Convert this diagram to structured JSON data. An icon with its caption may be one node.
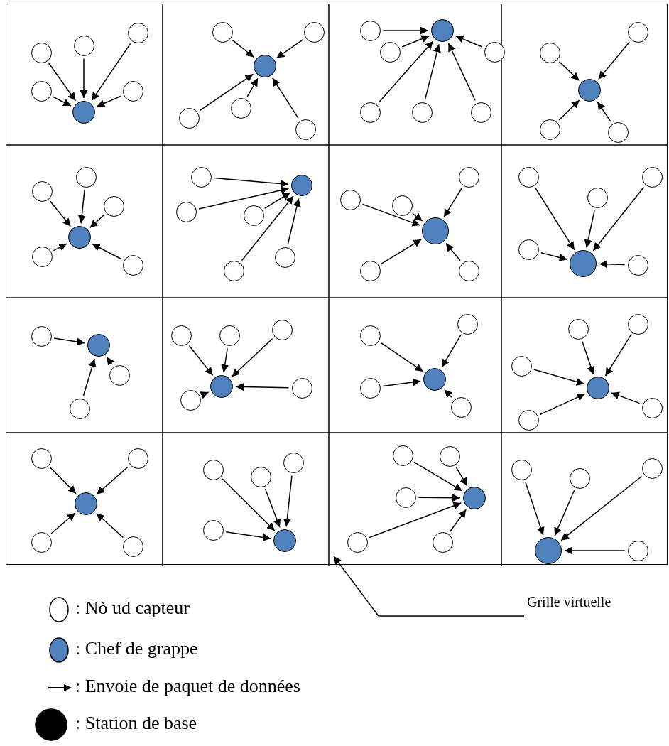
{
  "diagram": {
    "nodes": [
      {
        "text": [],
        "shape": "box"
      },
      {
        "text": [],
        "shape": "circle",
        "in": 0
      },
      {
        "text": [],
        "shape": "circle",
        "in": 0
      },
      {
        "text": [],
        "shape": "circle",
        "in": 0
      },
      {
        "text": [],
        "shape": "circle",
        "in": 0
      },
      {
        "text": [],
        "shape": "circle",
        "in": 0
      },
      {
        "text": [],
        "shape": "circle",
        "in": 0
      },
      {
        "text": [],
        "shape": "circle",
        "in": 0
      },
      {
        "text": [],
        "shape": "circle",
        "in": 0
      },
      {
        "text": [],
        "shape": "circle",
        "in": 0
      },
      {
        "text": [],
        "shape": "circle",
        "in": 0
      },
      {
        "text": [],
        "shape": "circle",
        "in": 0
      },
      {
        "text": [],
        "shape": "circle",
        "in": 0
      },
      {
        "text": [],
        "shape": "circle",
        "in": 0
      },
      {
        "text": [],
        "shape": "circle",
        "in": 0
      },
      {
        "text": [],
        "shape": "circle",
        "in": 0
      },
      {
        "text": [],
        "shape": "circle",
        "in": 0
      },
      {
        "text": [],
        "shape": "circle",
        "in": 0
      },
      {
        "text": [],
        "shape": "circle",
        "in": 0
      },
      {
        "text": [],
        "shape": "circle",
        "in": 0
      },
      {
        "text": [],
        "shape": "circle",
        "in": 0
      },
      {
        "text": [],
        "shape": "circle",
        "in": 0
      },
      {
        "text": [],
        "shape": "circle",
        "in": 0
      },
      {
        "text": [],
        "shape": "circle",
        "in": 0
      },
      {
        "text": [],
        "shape": "circle",
        "in": 0
      },
      {
        "text": [],
        "shape": "circle",
        "in": 0
      },
      {
        "text": [],
        "shape": "circle",
        "in": 0
      },
      {
        "text": [],
        "shape": "circle",
        "in": 0
      },
      {
        "text": [],
        "shape": "circle",
        "in": 0
      },
      {
        "text": [],
        "shape": "circle",
        "in": 0
      },
      {
        "text": [],
        "shape": "circle",
        "in": 0
      },
      {
        "text": [],
        "shape": "circle",
        "in": 0
      },
      {
        "text": [],
        "shape": "circle",
        "in": 0
      },
      {
        "text": [],
        "shape": "circle",
        "in": 0
      },
      {
        "text": [],
        "shape": "circle",
        "in": 0
      },
      {
        "text": [],
        "shape": "circle",
        "in": 0
      },
      {
        "text": [],
        "shape": "circle",
        "in": 0
      },
      {
        "text": [],
        "shape": "circle",
        "in": 0
      },
      {
        "text": [],
        "shape": "circle",
        "in": 0
      },
      {
        "text": [],
        "shape": "circle",
        "in": 0
      },
      {
        "text": [],
        "shape": "circle",
        "in": 0
      },
      {
        "text": [],
        "shape": "circle",
        "in": 0
      },
      {
        "text": [],
        "shape": "circle",
        "in": 0
      },
      {
        "text": [],
        "shape": "circle",
        "in": 0
      },
      {
        "text": [],
        "shape": "circle",
        "in": 0
      },
      {
        "text": [],
        "shape": "circle",
        "in": 0
      },
      {
        "text": [],
        "shape": "circle",
        "in": 0
      },
      {
        "text": [],
        "shape": "circle",
        "in": 0
      },
      {
        "text": [],
        "shape": "circle",
        "in": 0
      },
      {
        "text": [],
        "shape": "circle",
        "in": 0
      },
      {
        "text": [],
        "shape": "circle",
        "in": 0
      },
      {
        "text": [],
        "shape": "circle",
        "in": 0
      },
      {
        "text": [],
        "shape": "circle",
        "in": 0
      },
      {
        "text": [],
        "shape": "circle",
        "in": 0
      },
      {
        "text": [],
        "shape": "circle",
        "in": 0
      },
      {
        "text": [],
        "shape": "circle",
        "in": 0
      },
      {
        "text": [],
        "shape": "circle",
        "in": 0
      },
      {
        "text": [],
        "shape": "circle",
        "in": 0
      },
      {
        "text": [],
        "shape": "circle",
        "in": 0
      },
      {
        "text": [],
        "shape": "circle",
        "in": 0
      },
      {
        "text": [],
        "shape": "circle",
        "in": 0
      },
      {
        "text": [],
        "shape": "circle",
        "in": 0
      },
      {
        "text": [],
        "shape": "circle",
        "in": 0
      },
      {
        "text": [],
        "shape": "circle",
        "in": 0
      },
      {
        "text": [],
        "shape": "circle",
        "in": 0
      },
      {
        "text": [],
        "shape": "circle",
        "in": 0
      },
      {
        "text": [],
        "shape": "circle",
        "in": 0
      },
      {
        "text": [],
        "shape": "circle",
        "in": 0
      },
      {
        "text": [],
        "shape": "circle",
        "in": 0
      },
      {
        "text": [],
        "shape": "circle",
        "in": 0
      },
      {
        "text": [],
        "shape": "circle",
        "in": 0
      },
      {
        "text": [],
        "shape": "circle",
        "in": 0
      },
      {
        "text": [],
        "shape": "circle",
        "in": 0
      },
      {
        "text": [],
        "shape": "circle",
        "in": 0
      },
      {
        "text": [],
        "shape": "circle",
        "in": 0
      },
      {
        "text": [],
        "shape": "circle",
        "in": 0
      },
      {
        "text": [],
        "shape": "circle",
        "in": 0
      },
      {
        "text": [],
        "shape": "circle",
        "in": 0
      },
      {
        "text": [],
        "shape": "circle",
        "in": 0
      },
      {
        "text": [],
        "shape": "circle",
        "in": 0
      },
      {
        "text": [],
        "shape": "circle",
        "in": 0
      },
      {
        "text": [],
        "shape": "circle",
        "in": 0
      },
      {
        "text": [],
        "shape": "circle",
        "in": 0
      },
      {
        "text": [],
        "shape": "circle",
        "in": 0
      },
      {
        "text": [],
        "shape": "circle",
        "in": 0
      },
      {
        "text": [],
        "shape": "circle",
        "in": 0
      },
      {
        "text": [],
        "shape": "circle",
        "in": 0
      },
      {
        "text": [],
        "shape": "circle",
        "in": 0
      },
      {
        "text": [],
        "shape": "circle",
        "in": 0
      },
      {
        "text": [],
        "shape": "circle",
        "in": 0
      },
      {
        "text": [],
        "shape": "circle",
        "in": 0
      },
      {
        "text": [
          "Grille virtuelle"
        ]
      }
    ],
    "edges": [
      {
        "from": 1,
        "to": 6,
        "arrow": "to"
      },
      {
        "from": 2,
        "to": 6,
        "arrow": "to"
      },
      {
        "from": 3,
        "to": 6,
        "arrow": "to"
      },
      {
        "from": 4,
        "to": 6,
        "arrow": "to"
      },
      {
        "from": 5,
        "to": 6,
        "arrow": "to"
      },
      {
        "from": 7,
        "to": 12,
        "arrow": "to"
      },
      {
        "from": 8,
        "to": 12,
        "arrow": "to"
      },
      {
        "from": 9,
        "to": 12,
        "arrow": "to"
      },
      {
        "from": 10,
        "to": 12,
        "arrow": "to"
      },
      {
        "from": 11,
        "to": 12,
        "arrow": "to"
      },
      {
        "from": 13,
        "to": 19,
        "arrow": "to"
      },
      {
        "from": 14,
        "to": 19,
        "arrow": "to"
      },
      {
        "from": 15,
        "to": 19,
        "arrow": "to"
      },
      {
        "from": 16,
        "to": 19,
        "arrow": "to"
      },
      {
        "from": 17,
        "to": 19,
        "arrow": "to"
      },
      {
        "from": 18,
        "to": 19,
        "arrow": "to"
      },
      {
        "from": 20,
        "to": 24,
        "arrow": "to"
      },
      {
        "from": 21,
        "to": 24,
        "arrow": "to"
      },
      {
        "from": 22,
        "to": 24,
        "arrow": "to"
      },
      {
        "from": 23,
        "to": 24,
        "arrow": "to"
      },
      {
        "from": 25,
        "to": 30,
        "arrow": "to"
      },
      {
        "from": 26,
        "to": 30,
        "arrow": "to"
      },
      {
        "from": 27,
        "to": 30,
        "arrow": "to"
      },
      {
        "from": 28,
        "to": 30,
        "arrow": "to"
      },
      {
        "from": 29,
        "to": 30,
        "arrow": "to"
      },
      {
        "from": 31,
        "to": 36,
        "arrow": "to"
      },
      {
        "from": 32,
        "to": 36,
        "arrow": "to"
      },
      {
        "from": 33,
        "to": 36,
        "arrow": "to"
      },
      {
        "from": 34,
        "to": 36,
        "arrow": "to"
      },
      {
        "from": 35,
        "to": 36,
        "arrow": "to"
      },
      {
        "from": 37,
        "to": 42,
        "arrow": "to"
      },
      {
        "from": 38,
        "to": 42,
        "arrow": "to"
      },
      {
        "from": 39,
        "to": 42,
        "arrow": "to"
      },
      {
        "from": 40,
        "to": 42,
        "arrow": "to"
      },
      {
        "from": 41,
        "to": 42,
        "arrow": "to"
      },
      {
        "from": 43,
        "to": 48,
        "arrow": "to"
      },
      {
        "from": 44,
        "to": 48,
        "arrow": "to"
      },
      {
        "from": 45,
        "to": 48,
        "arrow": "to"
      },
      {
        "from": 46,
        "to": 48,
        "arrow": "to"
      },
      {
        "from": 47,
        "to": 48,
        "arrow": "to"
      },
      {
        "from": 49,
        "to": 52,
        "arrow": "to"
      },
      {
        "from": 50,
        "to": 52,
        "arrow": "to"
      },
      {
        "from": 51,
        "to": 52,
        "arrow": "to"
      },
      {
        "from": 53,
        "to": 58,
        "arrow": "to"
      },
      {
        "from": 54,
        "to": 58,
        "arrow": "to"
      },
      {
        "from": 55,
        "to": 58,
        "arrow": "to"
      },
      {
        "from": 56,
        "to": 58,
        "arrow": "to"
      },
      {
        "from": 57,
        "to": 58,
        "arrow": "to"
      },
      {
        "from": 59,
        "to": 63,
        "arrow": "to"
      },
      {
        "from": 60,
        "to": 63,
        "arrow": "to"
      },
      {
        "from": 61,
        "to": 63,
        "arrow": "to"
      },
      {
        "from": 62,
        "to": 63,
        "arrow": "to"
      },
      {
        "from": 64,
        "to": 69,
        "arrow": "to"
      },
      {
        "from": 65,
        "to": 69,
        "arrow": "to"
      },
      {
        "from": 66,
        "to": 69,
        "arrow": "to"
      },
      {
        "from": 67,
        "to": 69,
        "arrow": "to"
      },
      {
        "from": 68,
        "to": 69,
        "arrow": "to"
      },
      {
        "from": 70,
        "to": 74,
        "arrow": "to"
      },
      {
        "from": 71,
        "to": 74,
        "arrow": "to"
      },
      {
        "from": 72,
        "to": 74,
        "arrow": "to"
      },
      {
        "from": 73,
        "to": 74,
        "arrow": "to"
      },
      {
        "from": 75,
        "to": 79,
        "arrow": "to"
      },
      {
        "from": 76,
        "to": 79,
        "arrow": "to"
      },
      {
        "from": 77,
        "to": 79,
        "arrow": "to"
      },
      {
        "from": 78,
        "to": 79,
        "arrow": "to"
      },
      {
        "from": 80,
        "to": 85,
        "arrow": "to"
      },
      {
        "from": 81,
        "to": 85,
        "arrow": "to"
      },
      {
        "from": 82,
        "to": 85,
        "arrow": "to"
      },
      {
        "from": 83,
        "to": 85,
        "arrow": "to"
      },
      {
        "from": 84,
        "to": 85,
        "arrow": "to"
      },
      {
        "from": 86,
        "to": 90,
        "arrow": "to"
      },
      {
        "from": 87,
        "to": 90,
        "arrow": "to"
      },
      {
        "from": 88,
        "to": 90,
        "arrow": "to"
      },
      {
        "from": 89,
        "to": 90,
        "arrow": "to"
      },
      {
        "from": 91,
        "to": 0,
        "arrow": "to"
      }
    ],
    "legend": [
      {
        "text": ": Nò ud capteur",
        "color": "#ffffff"
      },
      {
        "text": ": Chef de grappe",
        "color": "#4f81bd"
      },
      {
        "text": ": Envoie de paquet de données"
      },
      {
        "text": ": Station de base",
        "color": "#000000"
      }
    ]
  }
}
